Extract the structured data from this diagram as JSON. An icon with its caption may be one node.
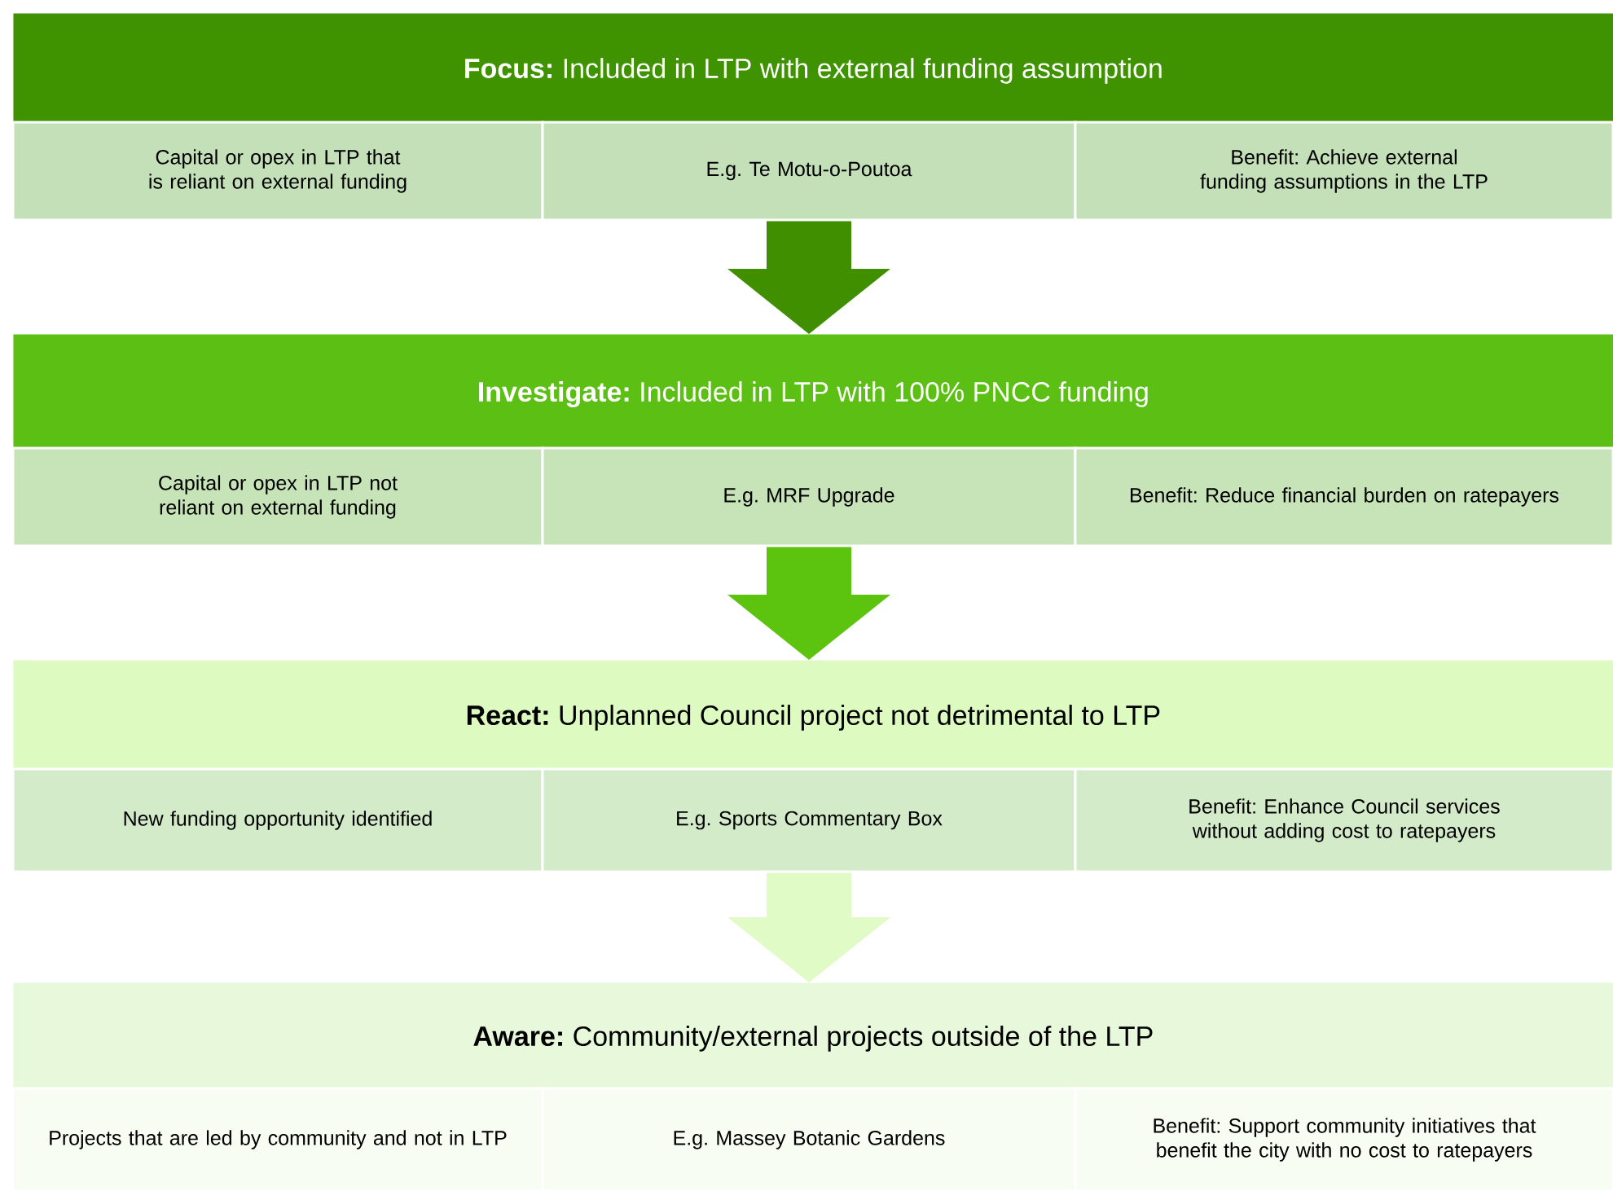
{
  "diagram": {
    "nodes": [
      {
        "text": [
          "**Focus:** Included in LTP with external funding assumption"
        ]
      },
      {
        "text": [
          "Capital or opex in LTP that is reliant on external funding"
        ]
      },
      {
        "text": [
          "E.g. Te Motu-o-Poutoa"
        ]
      },
      {
        "text": [
          "Benefit: Achieve external funding assumptions in the LTP"
        ]
      },
      {
        "text": [
          "**Investigate:** Included in LTP with 100% PNCC funding"
        ]
      },
      {
        "text": [
          "Capital or opex in LTP not reliant on external funding"
        ]
      },
      {
        "text": [
          "E.g. MRF Upgrade"
        ]
      },
      {
        "text": [
          "Benefit: Reduce financial burden on ratepayers"
        ]
      },
      {
        "text": [
          "**React:** Unplanned Council project not detrimental to LTP"
        ]
      },
      {
        "text": [
          "New funding opportunity identified"
        ]
      },
      {
        "text": [
          "E.g. Sports Commentary Box"
        ]
      },
      {
        "text": [
          "Benefit: Enhance Council services without adding cost to ratepayers"
        ]
      },
      {
        "text": [
          "**Aware:** Community/external projects outside of the LTP"
        ]
      },
      {
        "text": [
          "Projects that are led by community and not in LTP"
        ]
      },
      {
        "text": [
          "E.g. Massey Botanic Gardens"
        ]
      },
      {
        "text": [
          "Benefit: Support community initiatives that benefit the city with no cost to ratepayers"
        ]
      }
    ],
    "edges": [
      {
        "from": 2,
        "to": 4,
        "arrow": "to",
        "color": "#3f8f00"
      },
      {
        "from": 6,
        "to": 8,
        "arrow": "to",
        "color": "#5cc40e"
      },
      {
        "from": 10,
        "to": 12,
        "arrow": "to",
        "color": "#e0fbc6"
      }
    ]
  }
}
